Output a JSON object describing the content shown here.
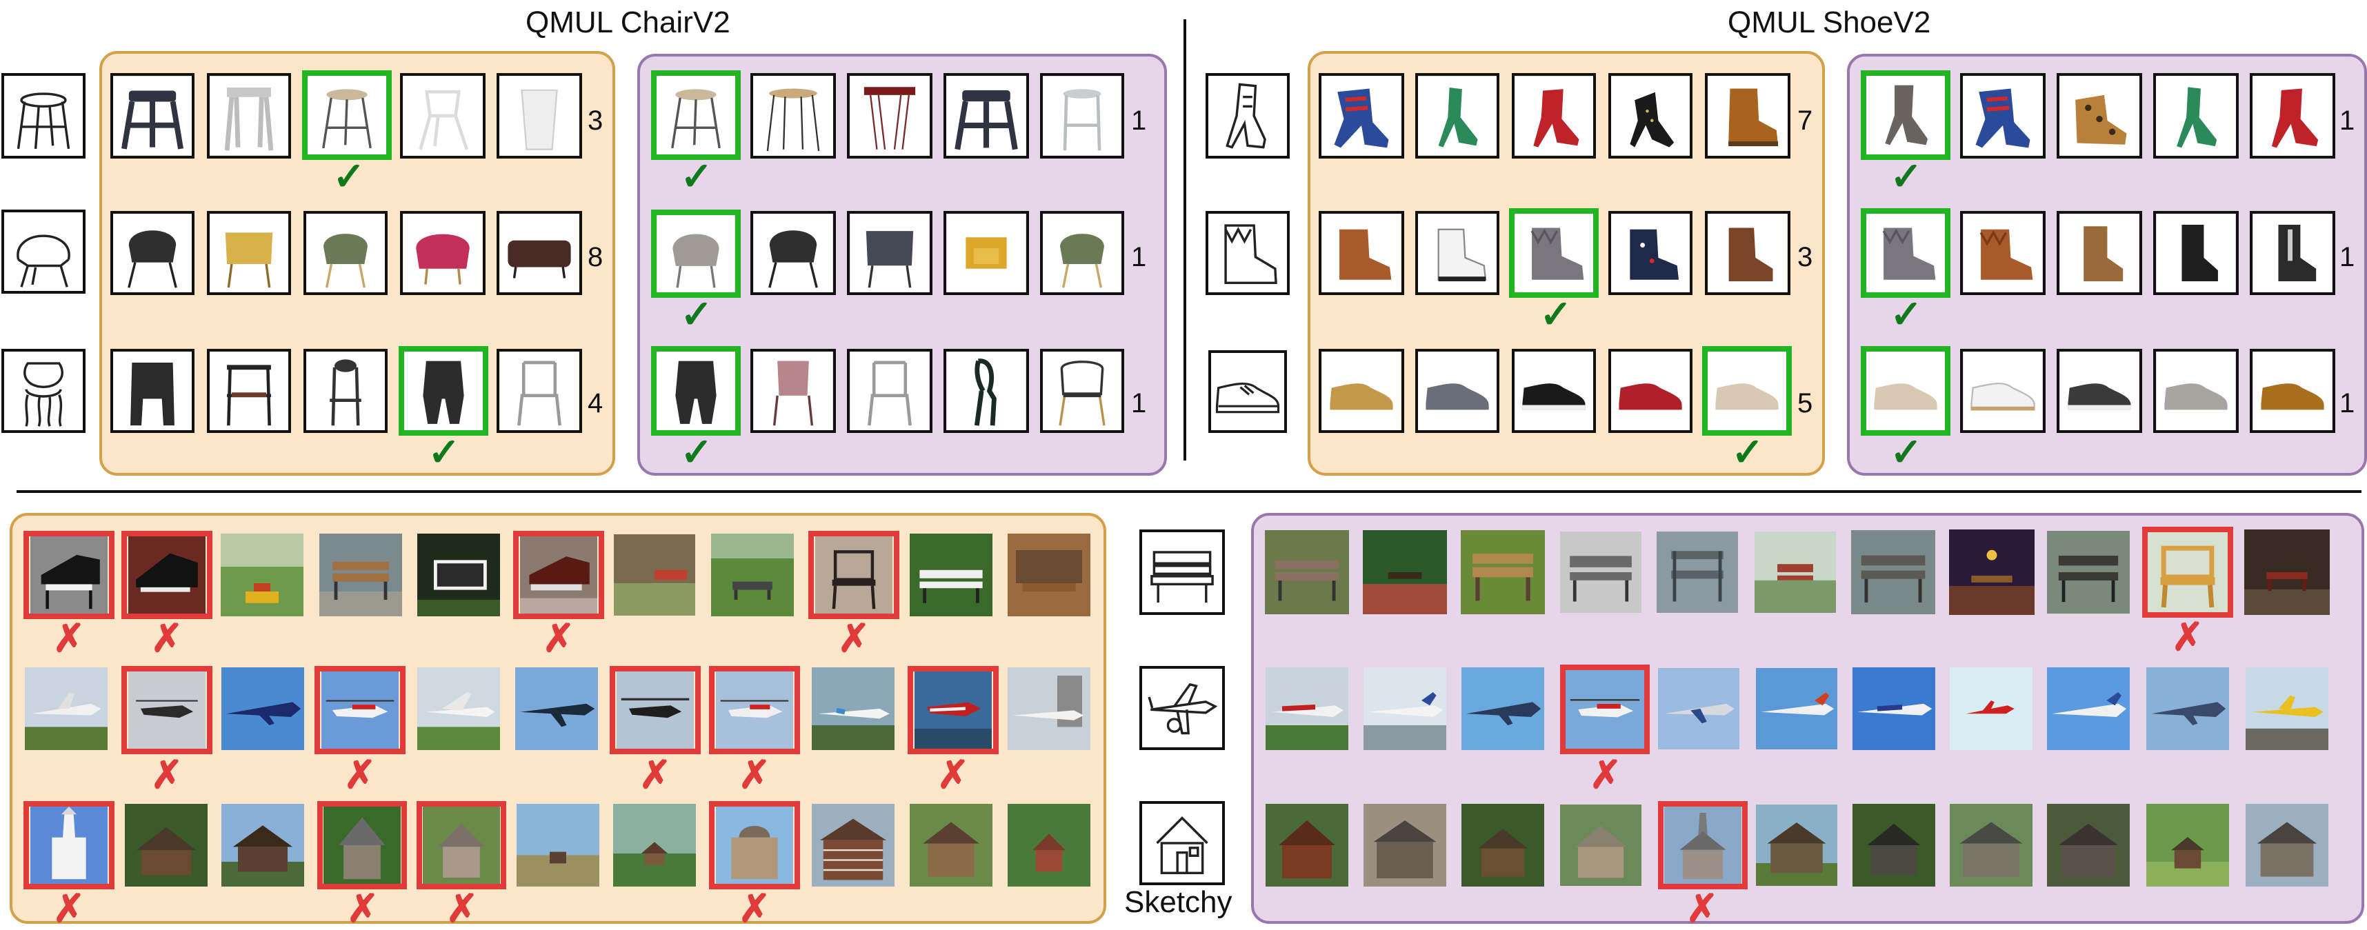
{
  "titles": {
    "chair": "QMUL ChairV2",
    "shoe": "QMUL ShoeV2",
    "sketchy": "Sketchy"
  },
  "chair": {
    "left_ranks": [
      "3",
      "8",
      "4"
    ],
    "right_ranks": [
      "1",
      "1",
      "1"
    ]
  },
  "shoe": {
    "left_ranks": [
      "7",
      "3",
      "5"
    ],
    "right_ranks": [
      "1",
      "1",
      "1"
    ]
  },
  "marks": {
    "check": "✓",
    "cross": "✗"
  },
  "colors": {
    "orange_panel": "#fbe6c9",
    "purple_panel": "#e7d6ea",
    "hit": "#22b422",
    "miss": "#e03a3a"
  }
}
